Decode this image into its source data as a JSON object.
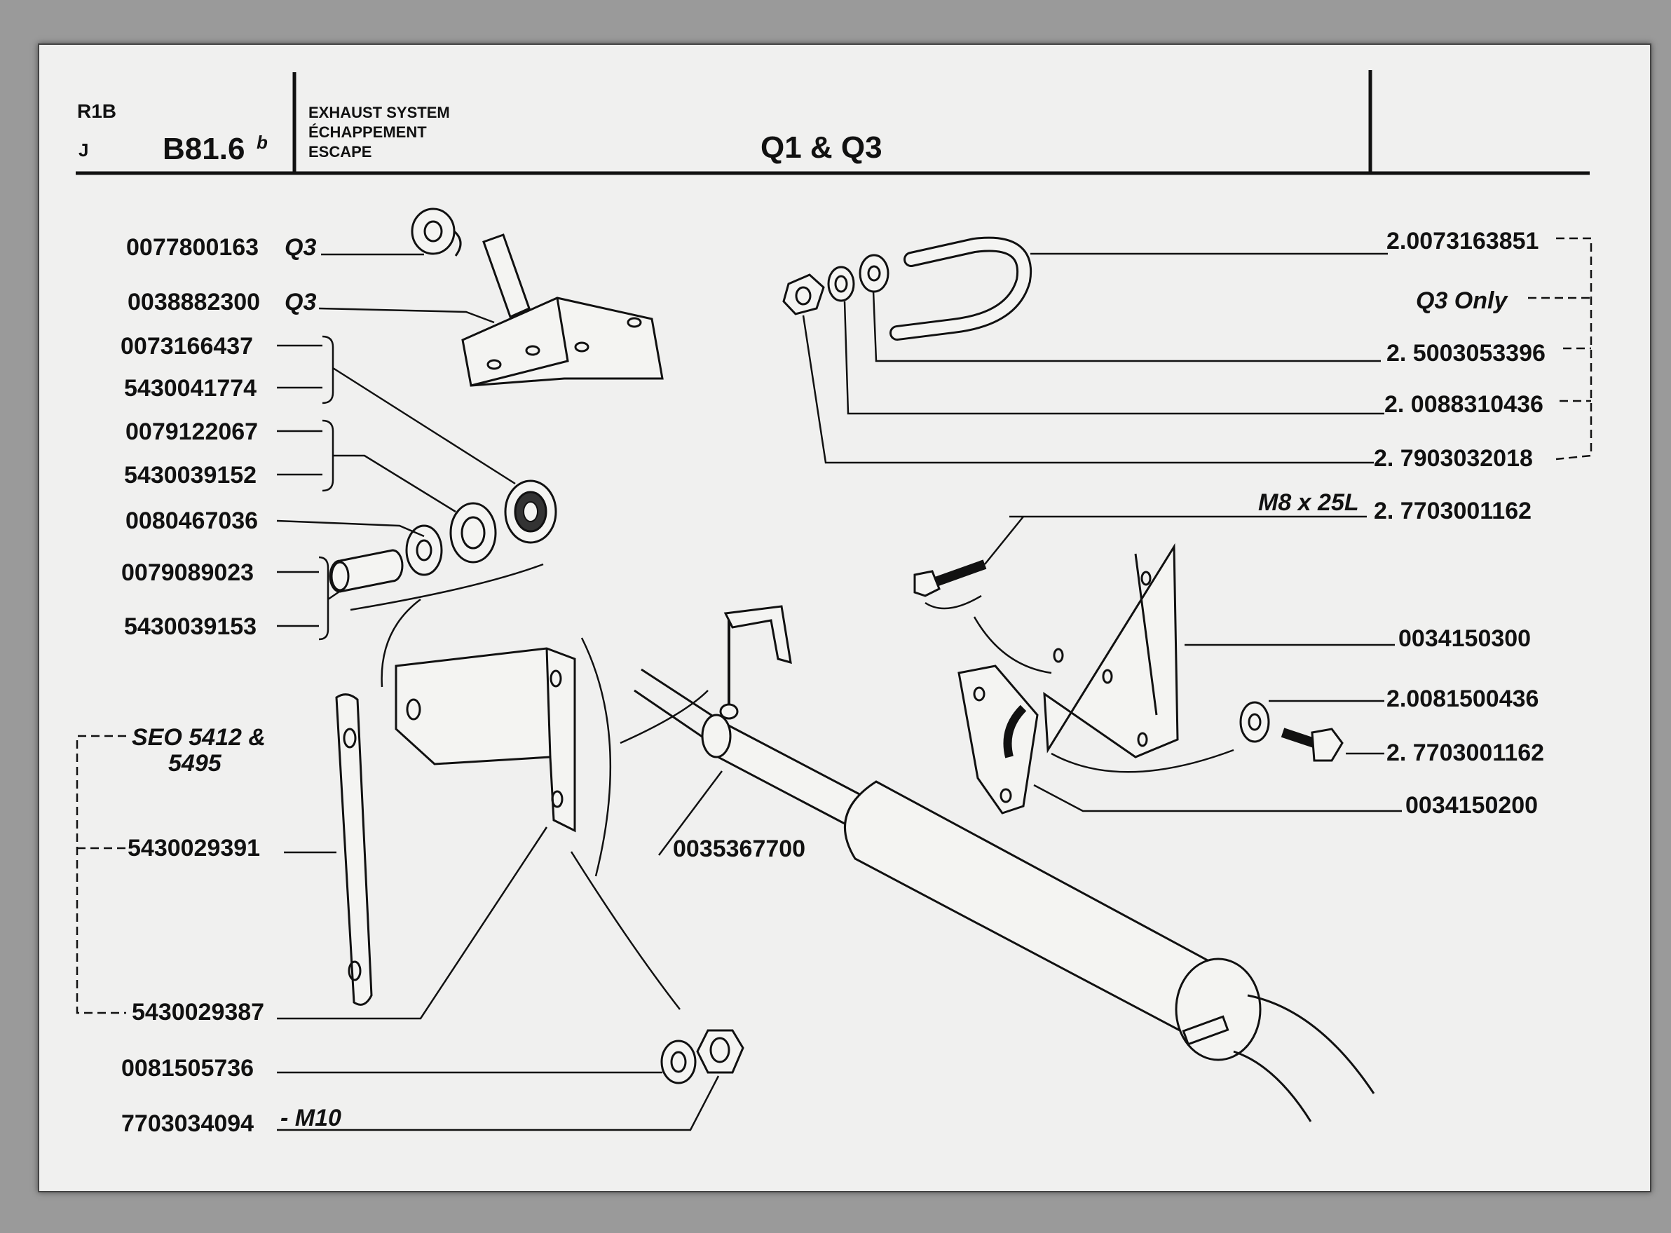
{
  "header": {
    "model": "R1B",
    "model_sub": "J",
    "page_code": "B81.6",
    "page_code_suffix": "b",
    "title_en": "EXHAUST SYSTEM",
    "title_fr": "ÉCHAPPEMENT",
    "title_es": "ESCAPE",
    "variant": "Q1 & Q3"
  },
  "callouts": {
    "p0077800163": "0077800163",
    "p0077800163_note": "Q3",
    "p0038882300": "0038882300",
    "p0038882300_note": "Q3",
    "p0073166437": "0073166437",
    "p5430041774": "5430041774",
    "p0079122067": "0079122067",
    "p5430039152": "5430039152",
    "p0080467036": "0080467036",
    "p0079089023": "0079089023",
    "p5430039153": "5430039153",
    "seo_line1": "SEO 5412 &",
    "seo_line2": "5495",
    "p5430029391": "5430029391",
    "p5430029387": "5430029387",
    "p0081505736": "0081505736",
    "p7703034094": "7703034094",
    "p7703034094_note": "- M10",
    "p0035367700": "0035367700",
    "p0073163851": "2.0073163851",
    "q3_only": "Q3 Only",
    "p5003053396": "2. 5003053396",
    "p0088310436": "2. 0088310436",
    "p7903032018": "2. 7903032018",
    "bolt_spec": "M8 x 25L",
    "p7703001162_top": "2. 7703001162",
    "p0034150300": "0034150300",
    "p0081500436": "2.0081500436",
    "p7703001162_bot": "2. 7703001162",
    "p0034150200": "0034150200"
  }
}
